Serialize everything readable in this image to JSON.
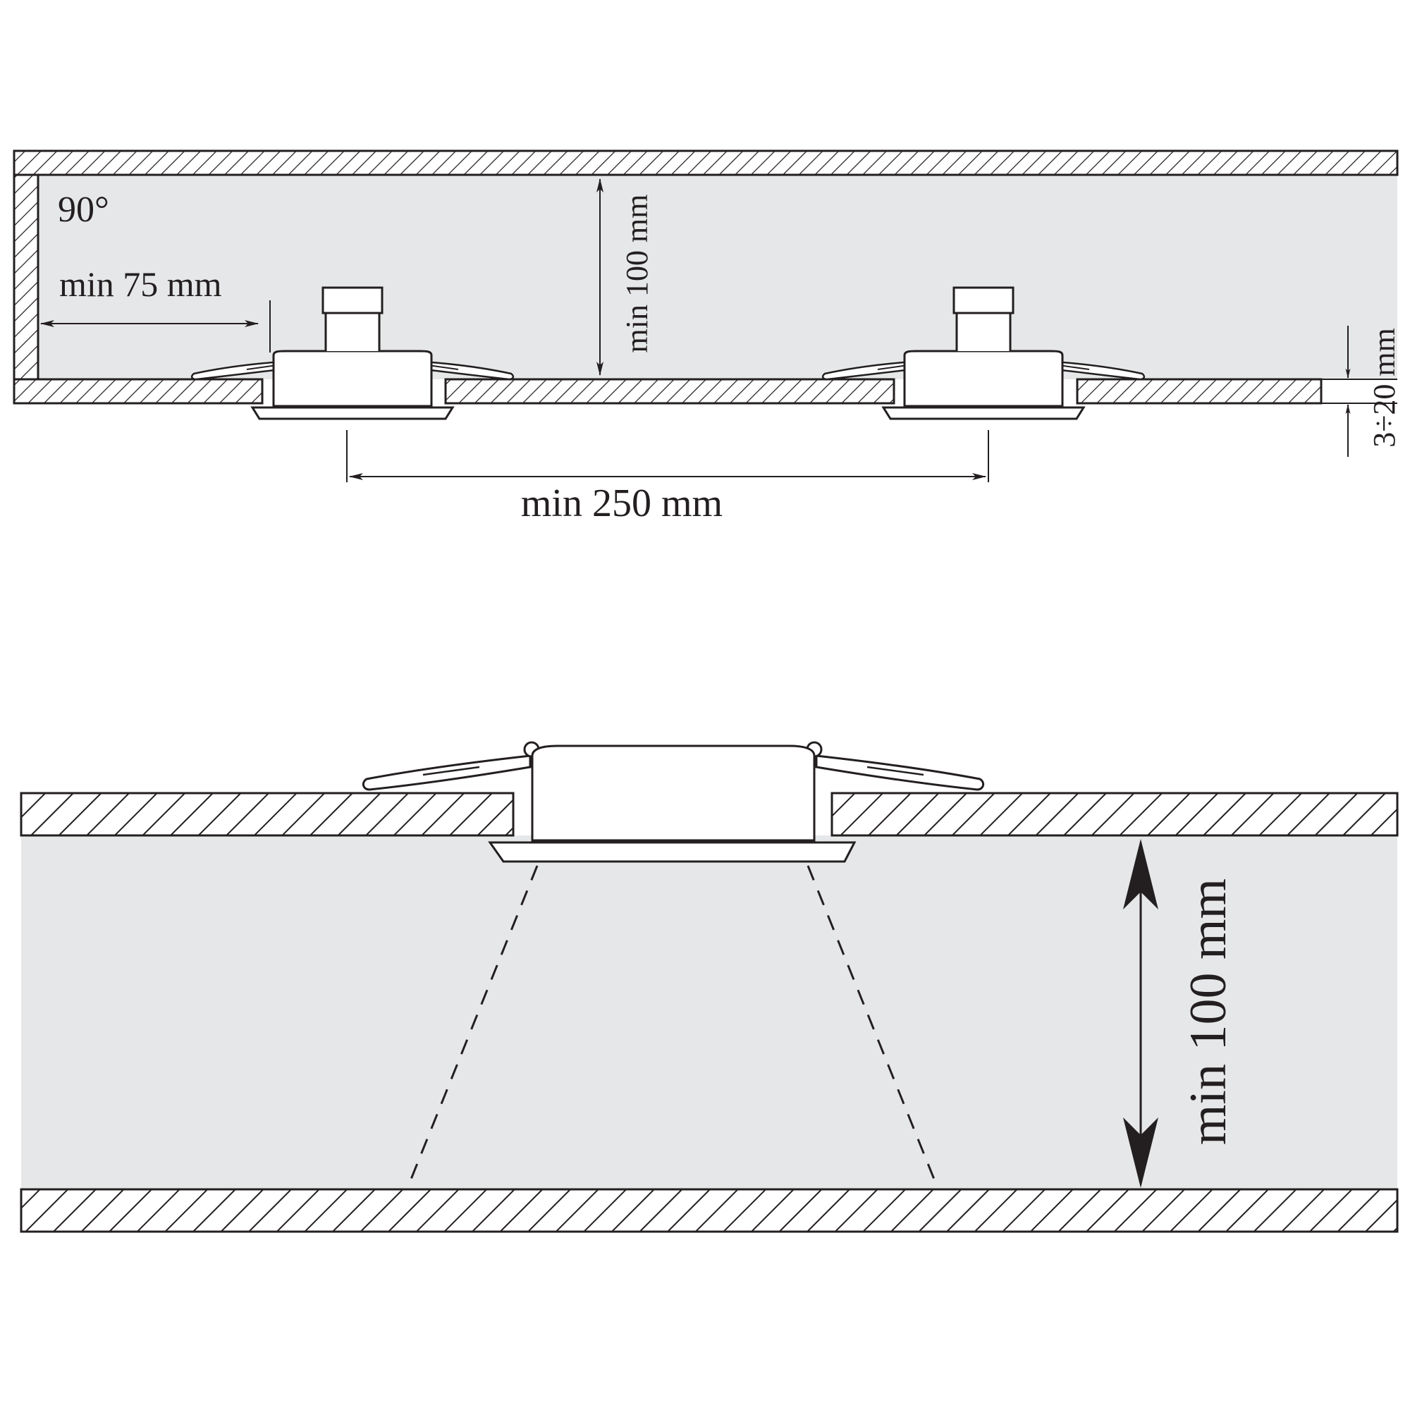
{
  "top_view": {
    "angle_label": "90°",
    "wall_clearance_label": "min 75 mm",
    "depth_label": "min 100 mm",
    "spacing_label": "min 250 mm",
    "ceiling_thickness_label": "3÷20 mm"
  },
  "bottom_view": {
    "clearance_label": "min 100 mm"
  },
  "colors": {
    "line": "#231f20",
    "cavity_fill": "#e6e7e8",
    "background": "#ffffff"
  },
  "icons": [
    "downlight-fixture-icon",
    "spring-clip-icon"
  ]
}
